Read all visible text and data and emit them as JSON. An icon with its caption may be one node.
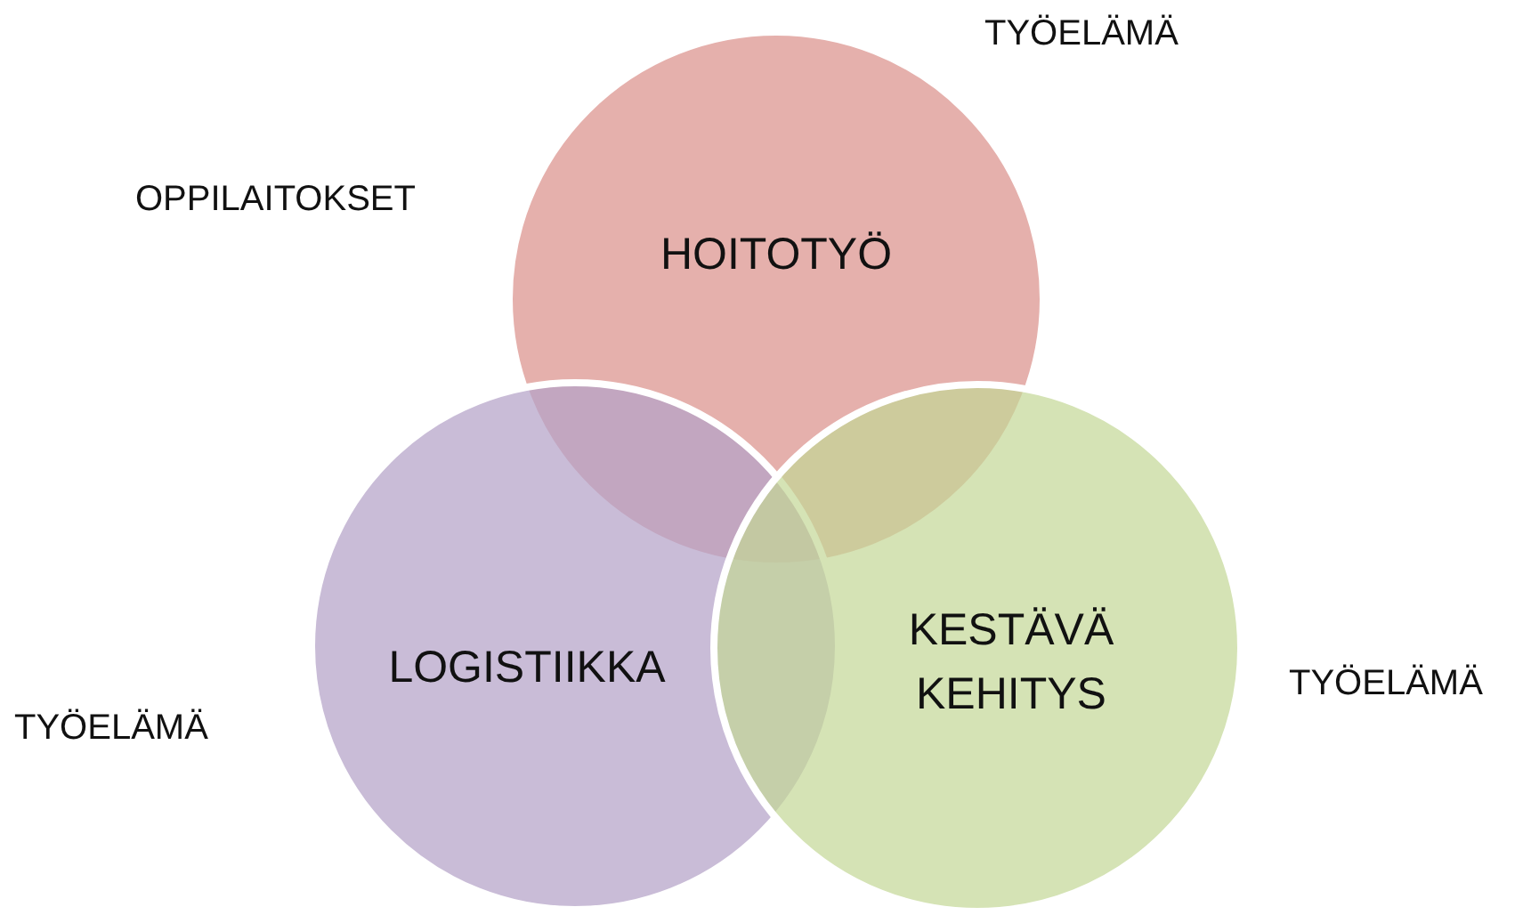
{
  "diagram": {
    "nodes": [
      {
        "text": [
          "HOITOTYÖ"
        ]
      },
      {
        "text": [
          "LOGISTIIKKA"
        ]
      },
      {
        "text": [
          "KESTÄVÄ KEHITYS"
        ]
      }
    ],
    "labels": [
      "TYÖELÄMÄ",
      "OPPILAITOKSET",
      "TYÖELÄMÄ",
      "TYÖELÄMÄ"
    ]
  }
}
